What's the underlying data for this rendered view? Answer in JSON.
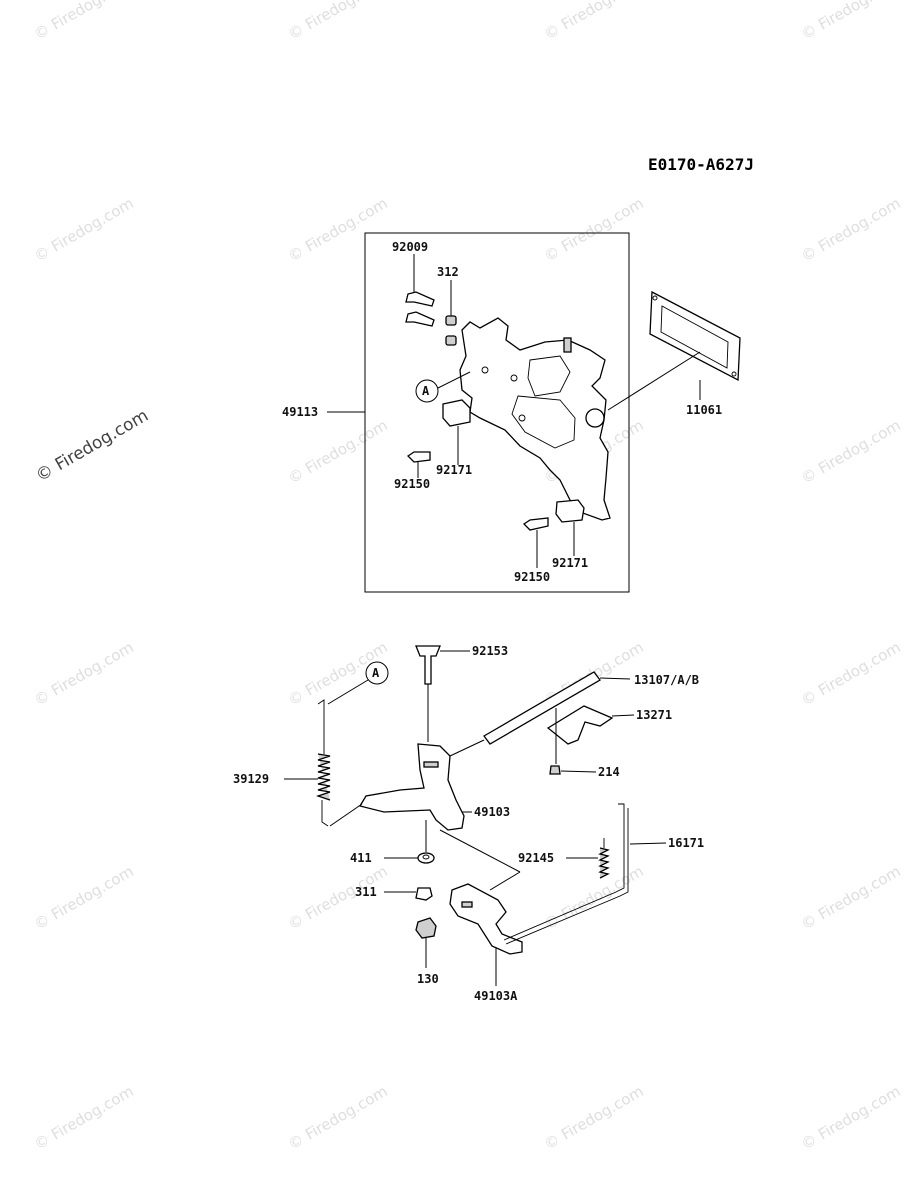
{
  "diagram_code": "E0170-A627J",
  "watermark_text": "© Firedog.com",
  "callout_letter": "A",
  "labels": {
    "p92009": "92009",
    "p312": "312",
    "p49113": "49113",
    "p11061": "11061",
    "p92171a": "92171",
    "p92150a": "92150",
    "p92171b": "92171",
    "p92150b": "92150",
    "p92153": "92153",
    "p13107": "13107/A/B",
    "p13271": "13271",
    "p214": "214",
    "p39129": "39129",
    "p49103": "49103",
    "p411": "411",
    "p92145": "92145",
    "p16171": "16171",
    "p311": "311",
    "p130": "130",
    "p49103a": "49103A"
  }
}
